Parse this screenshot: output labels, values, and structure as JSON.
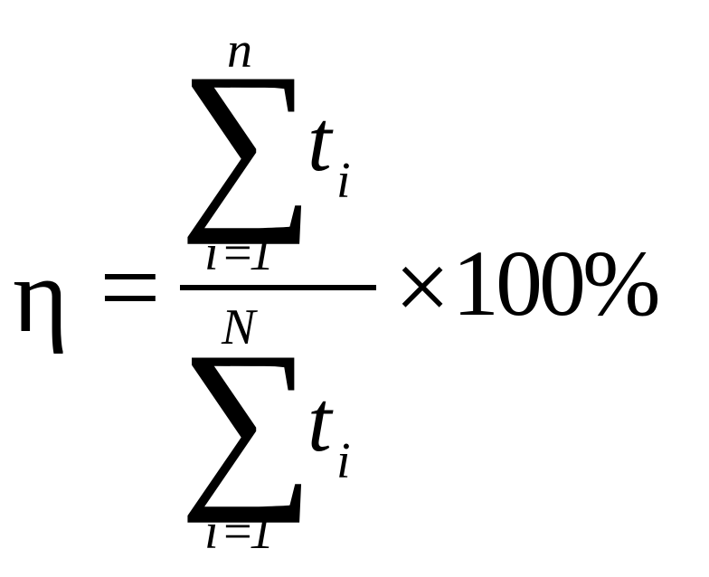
{
  "formula": {
    "lhs": "η",
    "equals": "=",
    "numerator": {
      "sum_symbol": "∑",
      "upper_limit": "n",
      "lower_limit": "i =1",
      "term": "t",
      "term_subscript": "i"
    },
    "denominator": {
      "sum_symbol": "∑",
      "upper_limit": "N",
      "lower_limit": "i =1",
      "term": "t",
      "term_subscript": "i"
    },
    "times": "×",
    "percentage": "100%"
  }
}
